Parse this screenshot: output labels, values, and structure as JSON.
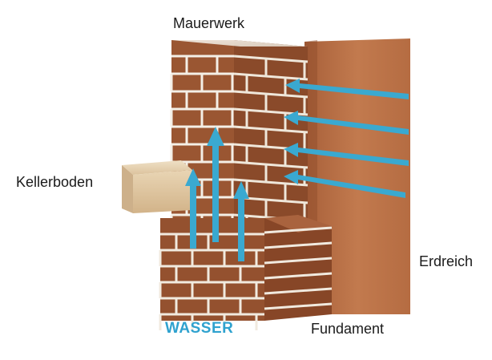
{
  "labels": {
    "mauerwerk": "Mauerwerk",
    "kellerboden": "Kellerboden",
    "erdreich": "Erdreich",
    "fundament": "Fundament",
    "wasser": "WASSER"
  },
  "colors": {
    "water": "#3aa9d0",
    "wasser_text": "#2fa2cf",
    "soil": "#c0784c",
    "brick": "#9a5632",
    "mortar": "#f4efe6",
    "floor_slab": "#e1c9a4"
  },
  "icons": {
    "water_arrows": "arrow-icon"
  }
}
